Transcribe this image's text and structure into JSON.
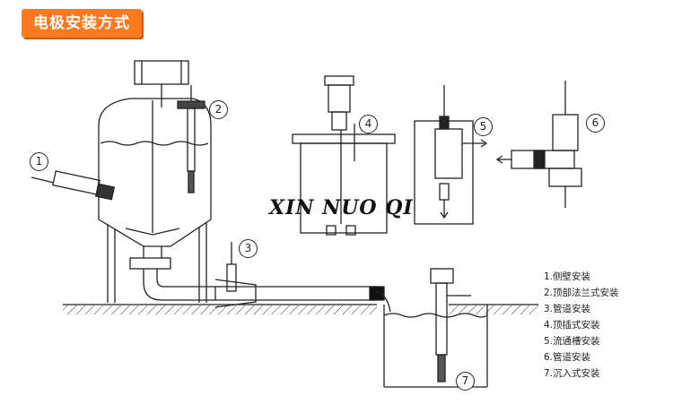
{
  "title": "电极安装方式",
  "brand": "XIN NUO QI",
  "markers": [
    "1",
    "2",
    "3",
    "4",
    "5",
    "6",
    "7"
  ],
  "legend": [
    "1.侧壁安装",
    "2.顶部法兰式安装",
    "3.管道安装",
    "4.顶插式安装",
    "5.流通槽安装",
    "6.管道安装",
    "7.沉入式安装"
  ],
  "colors": {
    "title_bg": "#ff7a1f",
    "line": "#222222"
  }
}
